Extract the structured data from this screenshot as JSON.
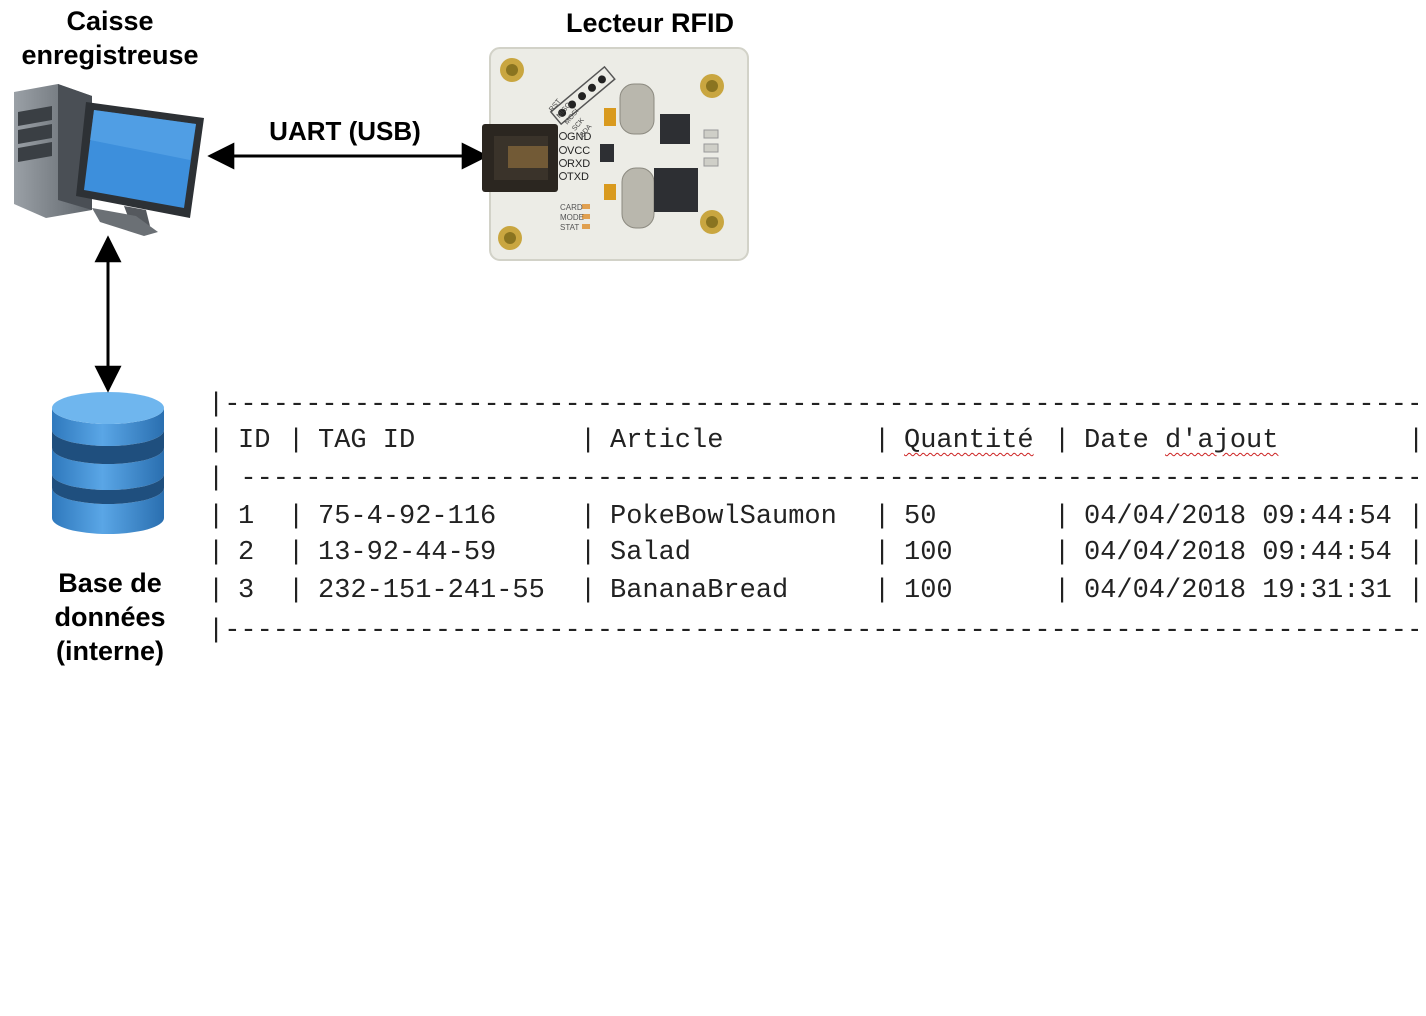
{
  "nodes": {
    "pc": {
      "line1": "Caisse",
      "line2": "enregistreuse"
    },
    "rfid": {
      "title": "Lecteur RFID",
      "pins": [
        "GND",
        "VCC",
        "RXD",
        "TXD"
      ],
      "header_pins": [
        "SDA",
        "SCK",
        "MOSI",
        "MISO",
        "RST"
      ],
      "leds": [
        "CARD",
        "MODE",
        "STAT"
      ]
    },
    "db": {
      "line1": "Base de",
      "line2": "données",
      "line3": "(interne)"
    }
  },
  "edges": {
    "uart": "UART (USB)"
  },
  "table": {
    "headers": [
      "ID",
      "TAG ID",
      "Article",
      "Quantité",
      "Date d'ajout"
    ],
    "rows": [
      [
        "1",
        "75-4-92-116",
        "PokeBowlSaumon",
        "50",
        "04/04/2018 09:44:54"
      ],
      [
        "2",
        "13-92-44-59",
        "Salad",
        "100",
        "04/04/2018 09:44:54"
      ],
      [
        "3",
        "232-151-241-55",
        "BananaBread",
        "100",
        "04/04/2018 19:31:31"
      ]
    ]
  },
  "colors": {
    "screen": "#3d8fdc",
    "db_blue": "#3a86c8",
    "board": "#ecece6",
    "connector": "#2b2620"
  }
}
